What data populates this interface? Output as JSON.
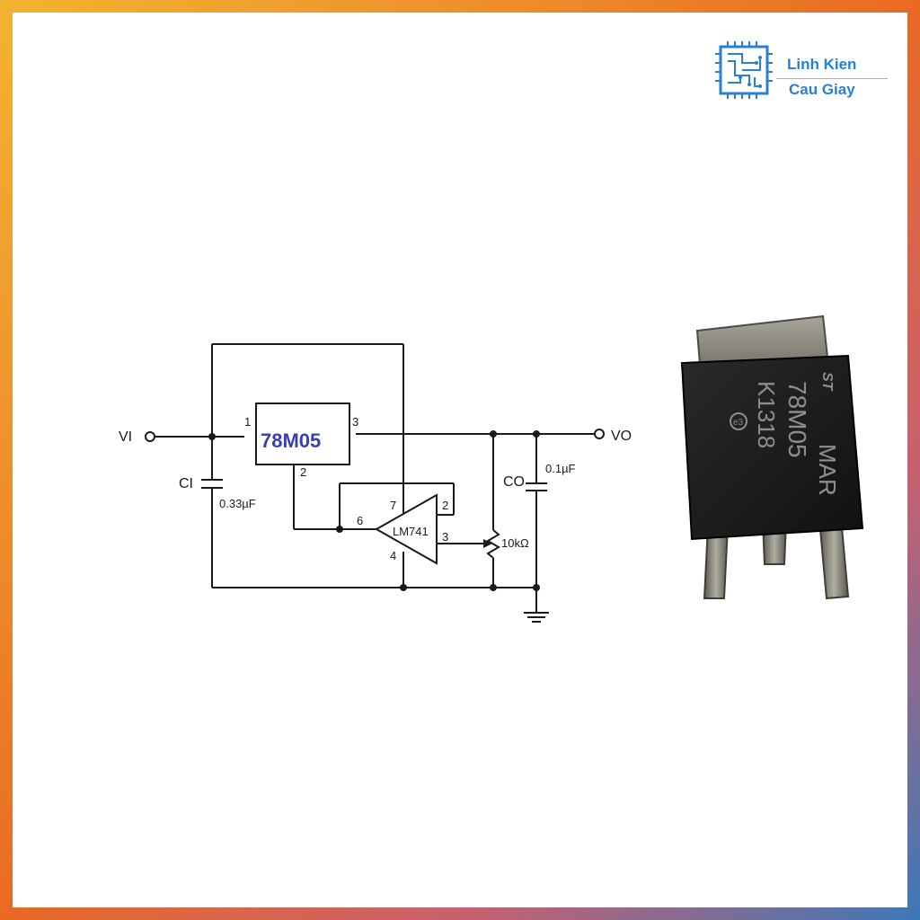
{
  "brand": {
    "line1": "Linh Kien",
    "line2": "Cau Giay",
    "color": "#2a7fd0"
  },
  "schematic": {
    "input_label": "VI",
    "output_label": "VO",
    "regulator": {
      "name": "78M05",
      "pin_in": "1",
      "pin_out": "3",
      "pin_common": "2",
      "name_color": "#3a3fb0"
    },
    "opamp": {
      "name": "LM741",
      "pin_inv": "2",
      "pin_noninv": "3",
      "pin_out": "6",
      "pin_vplus": "7",
      "pin_vminus": "4"
    },
    "input_cap": {
      "label": "CI",
      "value": "0.33µF"
    },
    "output_cap": {
      "label": "CO",
      "value": "0.1µF"
    },
    "pot": {
      "value": "10kΩ"
    }
  },
  "photo": {
    "marking_line1": "78M05",
    "marking_line2": "MAR",
    "marking_line3": "K1318",
    "marking_badge": "e3"
  }
}
